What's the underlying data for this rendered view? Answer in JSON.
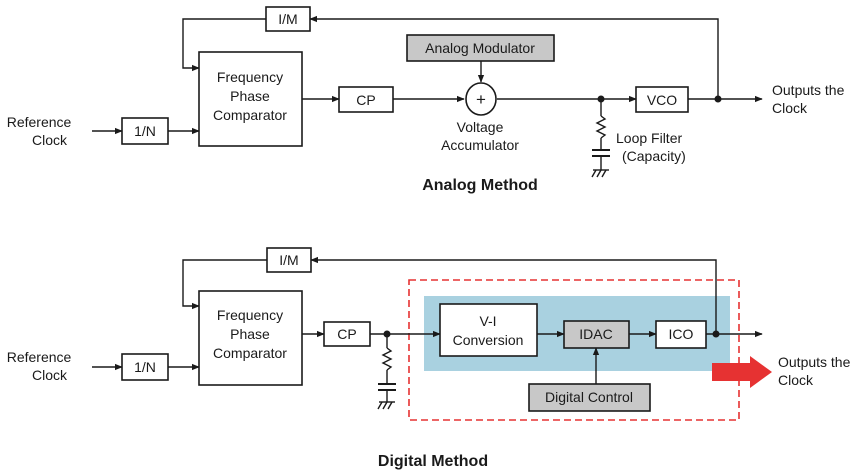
{
  "colors": {
    "line": "#1a1a1a",
    "grey_box": "#c8c8c8",
    "digital_panel": "#a9d1e0",
    "dashed_frame": "#e63232",
    "output_arrow": "#e63232"
  },
  "analog": {
    "title": "Analog Method",
    "reference_clock": [
      "Reference",
      "Clock"
    ],
    "divider_n": "1/N",
    "divider_m": "I/M",
    "comparator": [
      "Frequency",
      "Phase",
      "Comparator"
    ],
    "cp": "CP",
    "modulator": "Analog Modulator",
    "accumulator_symbol": "+",
    "accumulator_label": [
      "Voltage",
      "Accumulator"
    ],
    "loop_filter": [
      "Loop Filter",
      "(Capacity)"
    ],
    "vco": "VCO",
    "output": [
      "Outputs the",
      "Clock"
    ]
  },
  "digital": {
    "title": "Digital Method",
    "reference_clock": [
      "Reference",
      "Clock"
    ],
    "divider_n": "1/N",
    "divider_m": "I/M",
    "comparator": [
      "Frequency",
      "Phase",
      "Comparator"
    ],
    "cp": "CP",
    "vi": [
      "V-I",
      "Conversion"
    ],
    "idac": "IDAC",
    "ico": "ICO",
    "control": "Digital Control",
    "output": [
      "Outputs the",
      "Clock"
    ]
  }
}
